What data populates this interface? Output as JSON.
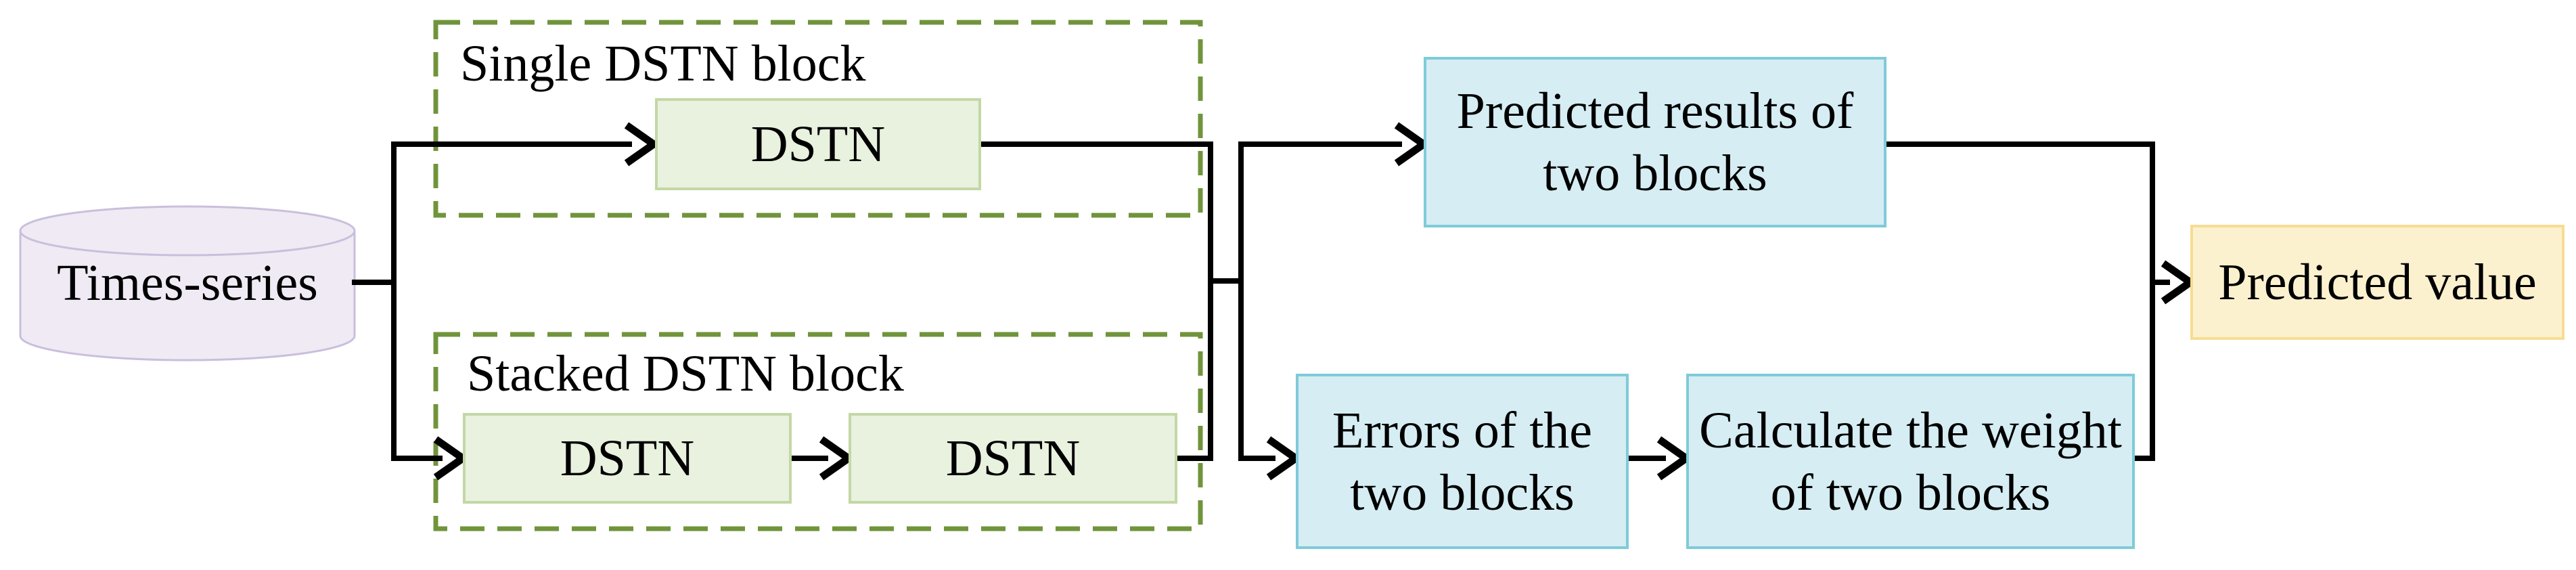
{
  "nodes": {
    "source_label": "Times-series",
    "single_group": {
      "title": "Single DSTN block",
      "dstn": "DSTN"
    },
    "stacked_group": {
      "title": "Stacked DSTN block",
      "dstn1": "DSTN",
      "dstn2": "DSTN"
    },
    "predicted_results": {
      "line1": "Predicted results of",
      "line2": "two blocks"
    },
    "errors": {
      "line1": "Errors of the",
      "line2": "two blocks"
    },
    "weight": {
      "line1": "Calculate the weight",
      "line2": "of two blocks"
    },
    "predicted_value": "Predicted value"
  },
  "colors": {
    "line": "#000000",
    "dashed_border": "#70943B",
    "green_fill": "#E9F1DF",
    "green_border": "#C3D8A5",
    "blue_fill": "#D5EDF3",
    "blue_border": "#7FCBD9",
    "yellow_fill": "#FCF1CF",
    "yellow_border": "#F7DC92",
    "cylinder_fill": "#EFEAF4",
    "cylinder_border": "#C9BFDC"
  }
}
